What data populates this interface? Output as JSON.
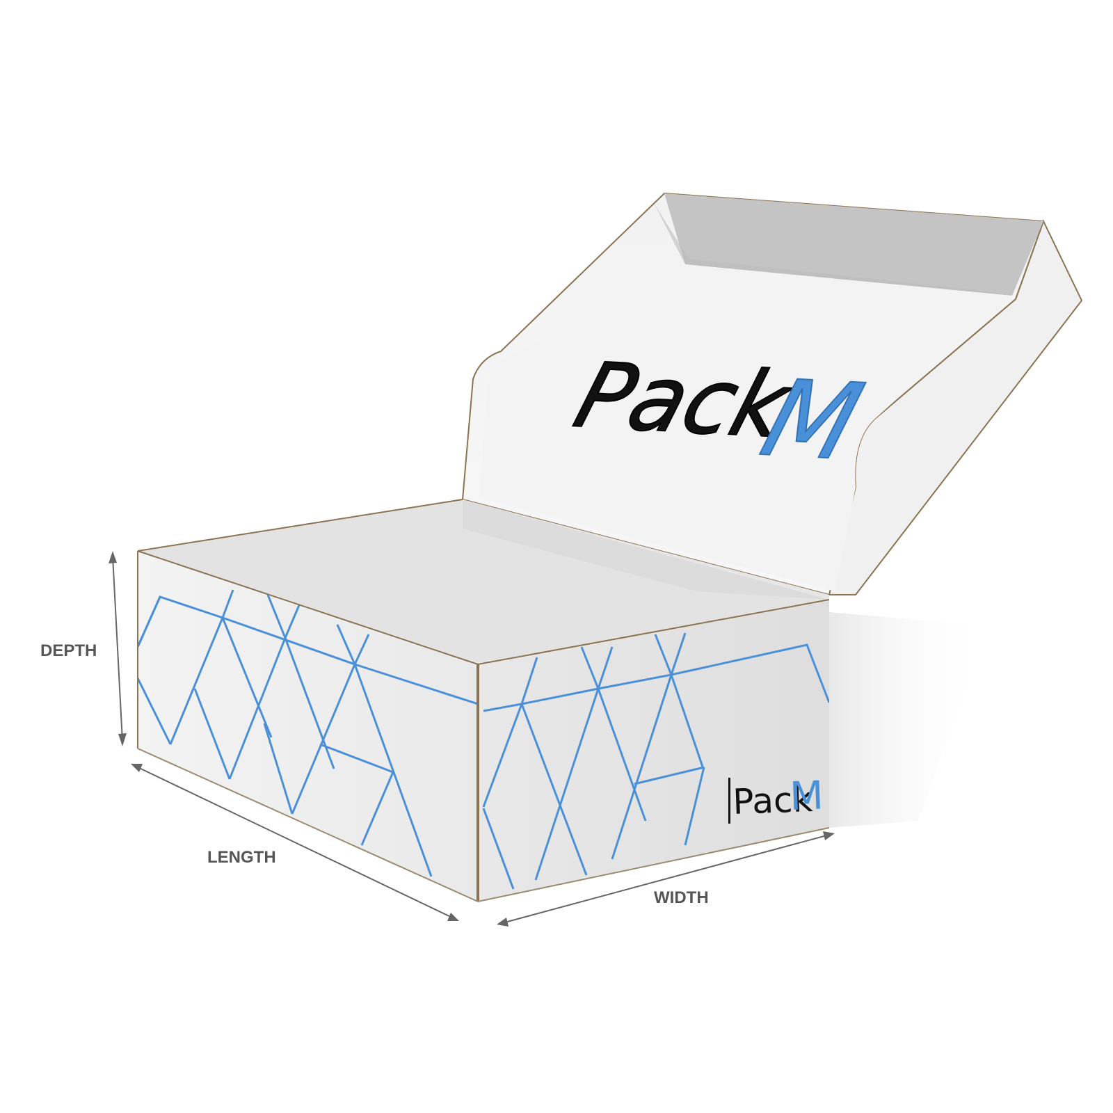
{
  "brand": {
    "name_part1": "Pack",
    "name_part2": "M"
  },
  "dimensions": {
    "depth": "DEPTH",
    "length": "LENGTH",
    "width": "WIDTH"
  },
  "colors": {
    "accent_blue": "#4a90d9",
    "logo_black": "#111111",
    "label_gray": "#555555",
    "board_edge": "#8a7350",
    "box_white": "#f4f4f4"
  }
}
